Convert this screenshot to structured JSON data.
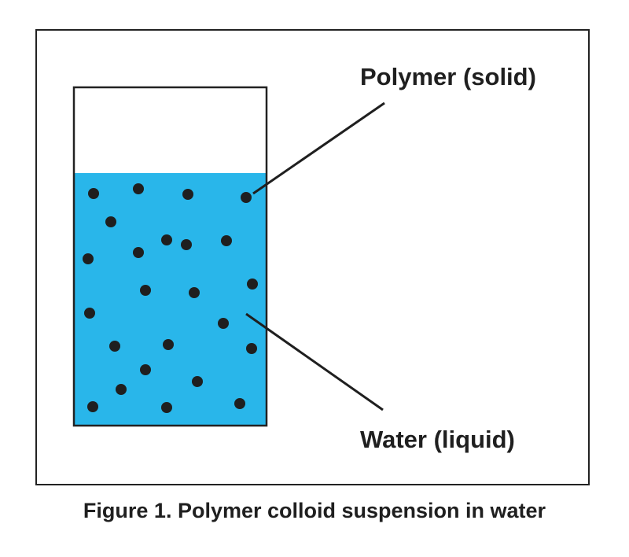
{
  "labels": {
    "polymer": "Polymer (solid)",
    "water": "Water (liquid)"
  },
  "caption": "Figure 1. Polymer colloid suspension in water",
  "colors": {
    "water": "#29b6ea",
    "particle": "#1f1f1f",
    "outline": "#222222"
  }
}
